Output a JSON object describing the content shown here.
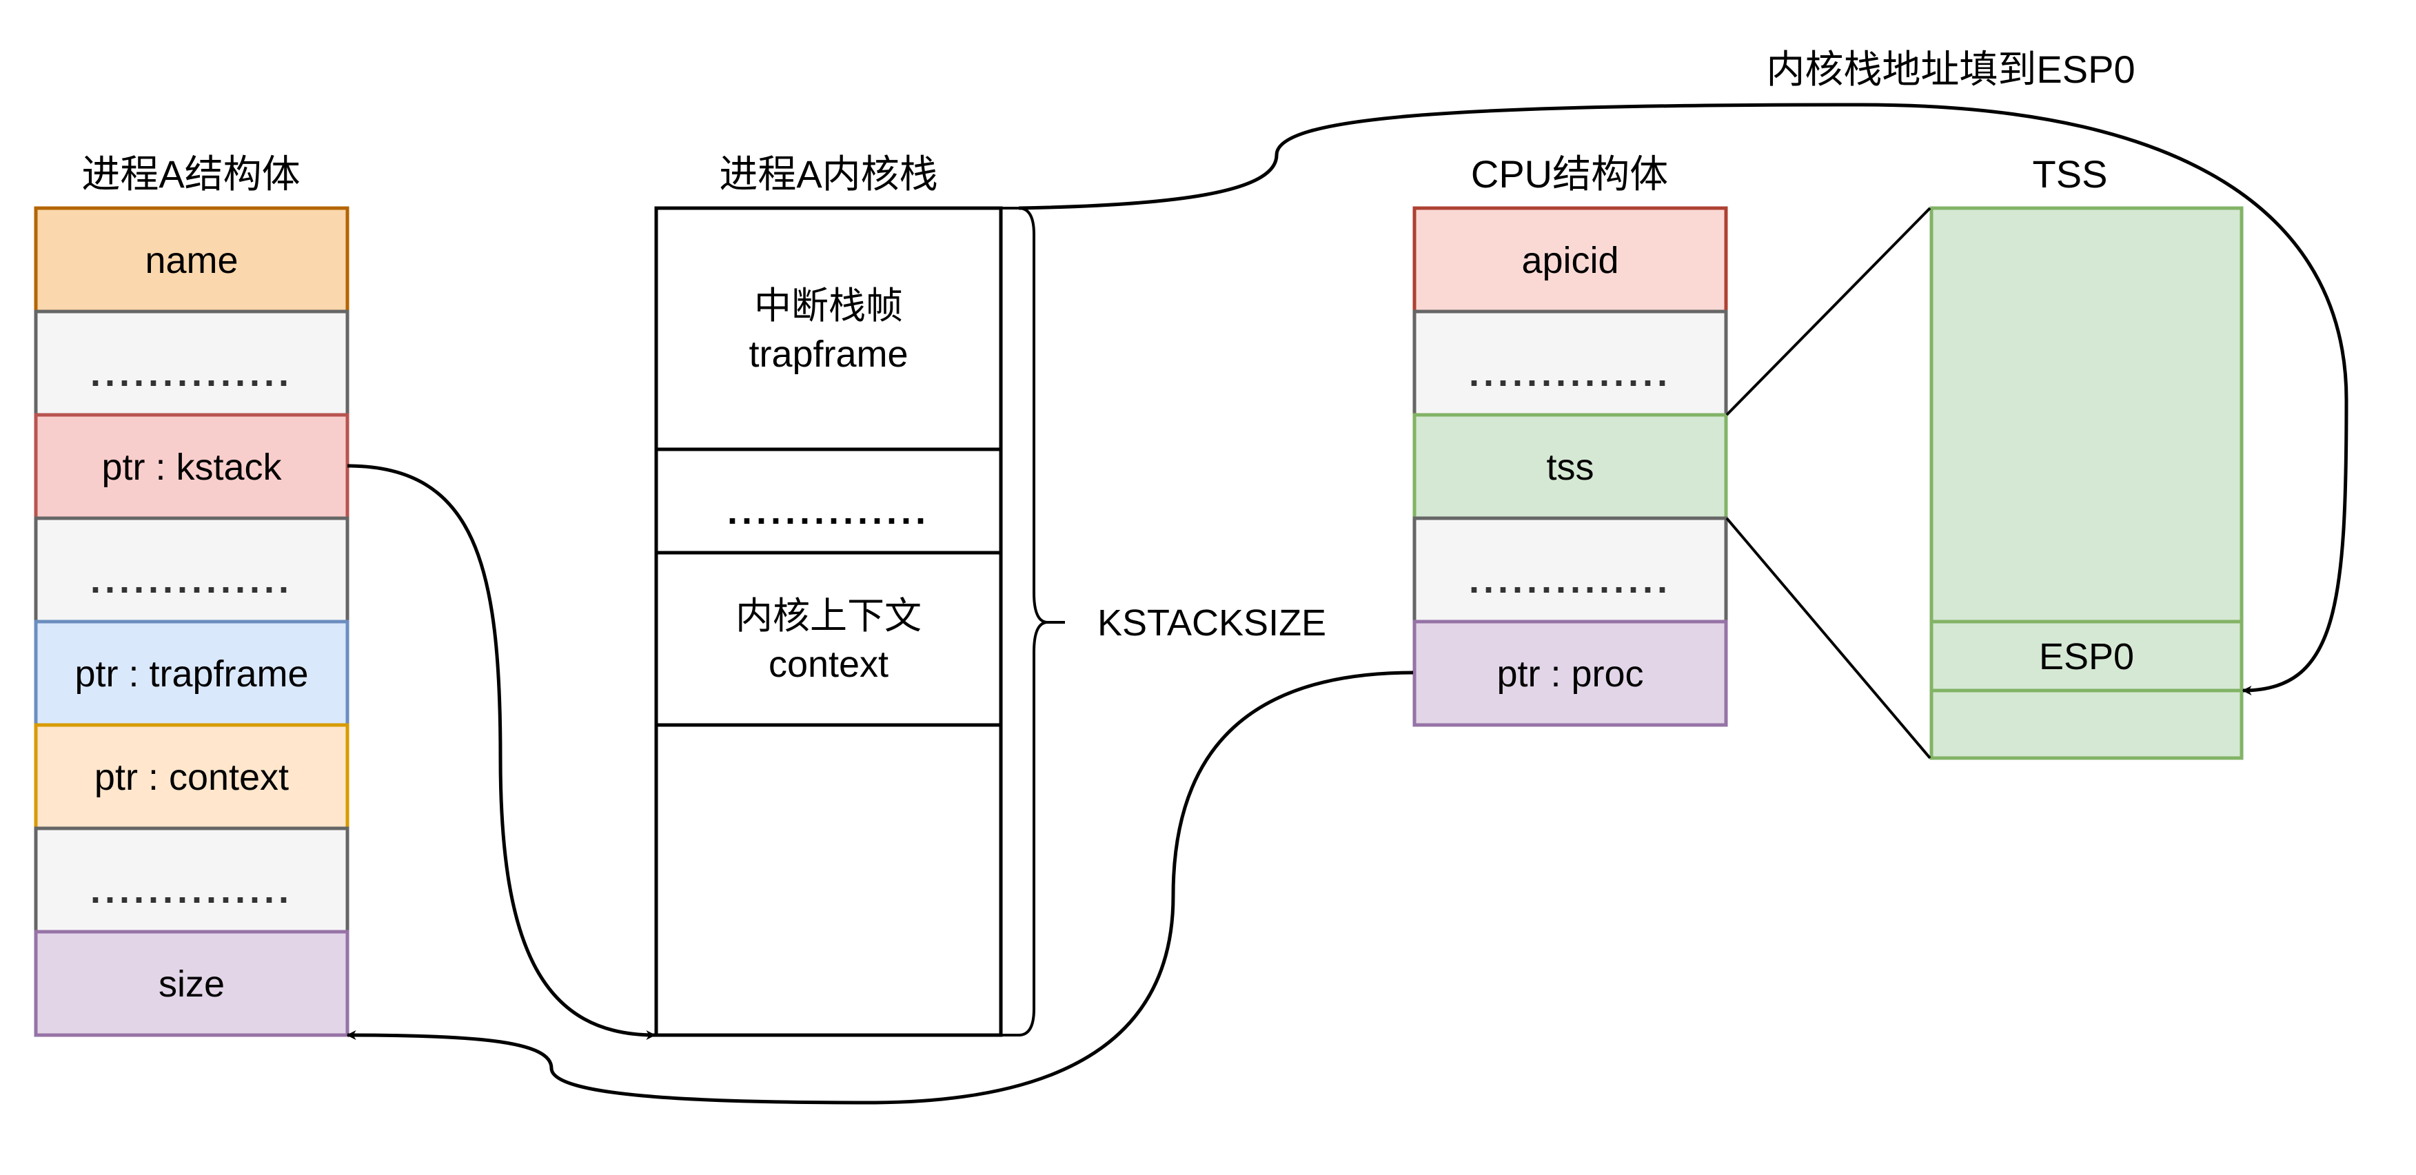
{
  "annotation_top": "内核栈地址填到ESP0",
  "process_struct": {
    "title": "进程A结构体",
    "fields": [
      {
        "label": "name",
        "fill": "#fad7ac",
        "stroke": "#b46504"
      },
      {
        "label": "..............",
        "fill": "#f5f5f5",
        "stroke": "#666666",
        "dots": true
      },
      {
        "label": "ptr : kstack",
        "fill": "#f8cecc",
        "stroke": "#b85450"
      },
      {
        "label": "..............",
        "fill": "#f5f5f5",
        "stroke": "#666666",
        "dots": true
      },
      {
        "label": "ptr : trapframe",
        "fill": "#dae8fc",
        "stroke": "#6c8ebf"
      },
      {
        "label": "ptr : context",
        "fill": "#ffe6cc",
        "stroke": "#d79b00"
      },
      {
        "label": "..............",
        "fill": "#f5f5f5",
        "stroke": "#666666",
        "dots": true
      },
      {
        "label": "size",
        "fill": "#e1d5e7",
        "stroke": "#9673a6"
      }
    ]
  },
  "kernel_stack": {
    "title": "进程A内核栈",
    "sections": [
      {
        "line1": "中断栈帧",
        "line2": "trapframe"
      },
      {
        "line1": "..............",
        "line2": "",
        "dots": true
      },
      {
        "line1": "内核上下文",
        "line2": "context"
      },
      {
        "line1": "",
        "line2": ""
      }
    ],
    "size_label": "KSTACKSIZE"
  },
  "cpu_struct": {
    "title": "CPU结构体",
    "fields": [
      {
        "label": "apicid",
        "fill": "#fad9d5",
        "stroke": "#ae4132"
      },
      {
        "label": "..............",
        "fill": "#f5f5f5",
        "stroke": "#666666",
        "dots": true
      },
      {
        "label": "tss",
        "fill": "#d5e8d4",
        "stroke": "#82b366"
      },
      {
        "label": "..............",
        "fill": "#f5f5f5",
        "stroke": "#666666",
        "dots": true
      },
      {
        "label": "ptr : proc",
        "fill": "#e1d5e7",
        "stroke": "#9673a6"
      }
    ]
  },
  "tss": {
    "title": "TSS",
    "fields": [
      {
        "label": ""
      },
      {
        "label": "ESP0"
      },
      {
        "label": ""
      }
    ],
    "fill": "#d5e8d4",
    "stroke": "#82b366"
  }
}
